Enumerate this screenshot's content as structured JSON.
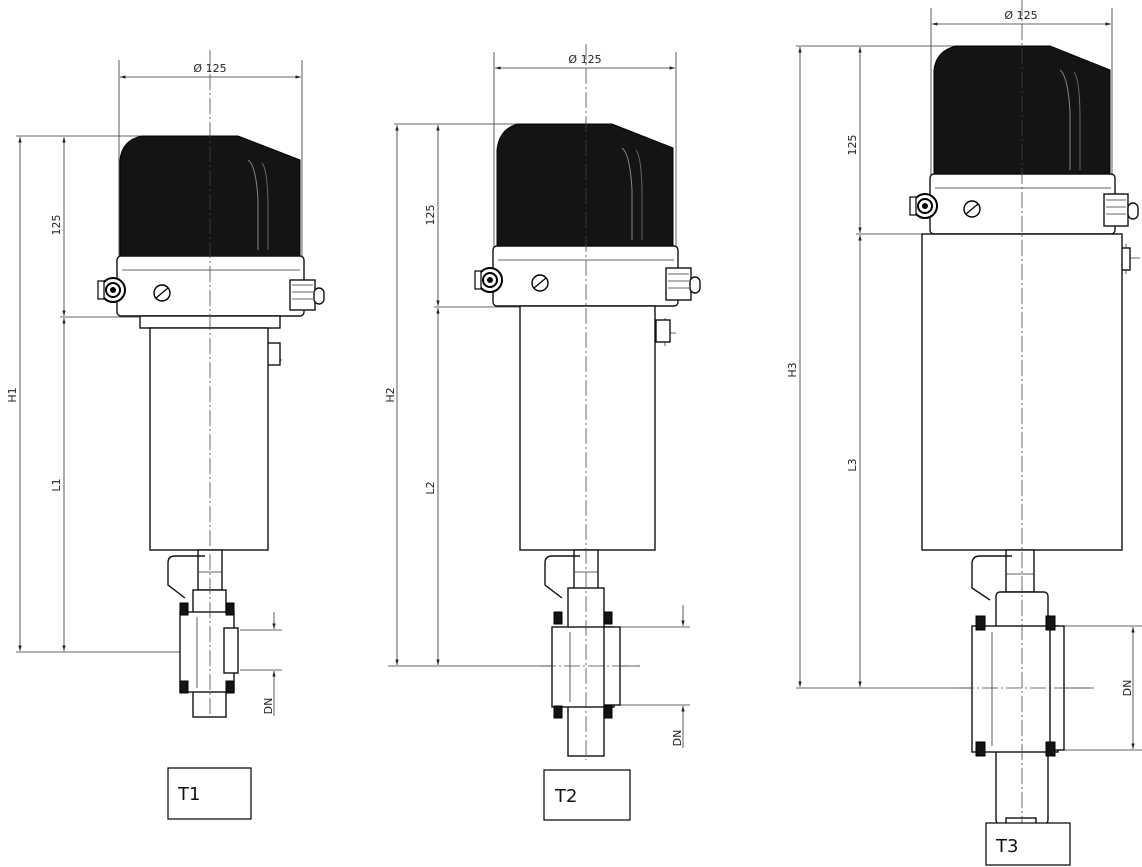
{
  "views": [
    {
      "id": "T1",
      "label": "T1",
      "diameter_label": "Ø 125",
      "head_height_label": "125",
      "height_label": "H1",
      "length_label": "L1",
      "dn_label": "DN"
    },
    {
      "id": "T2",
      "label": "T2",
      "diameter_label": "Ø 125",
      "head_height_label": "125",
      "height_label": "H2",
      "length_label": "L2",
      "dn_label": "DN"
    },
    {
      "id": "T3",
      "label": "T3",
      "diameter_label": "Ø 125",
      "head_height_label": "125",
      "height_label": "H3",
      "length_label": "L3",
      "dn_label": "DN"
    }
  ],
  "colors": {
    "line": "#222222",
    "head_fill": "#141414",
    "background": "#ffffff"
  }
}
